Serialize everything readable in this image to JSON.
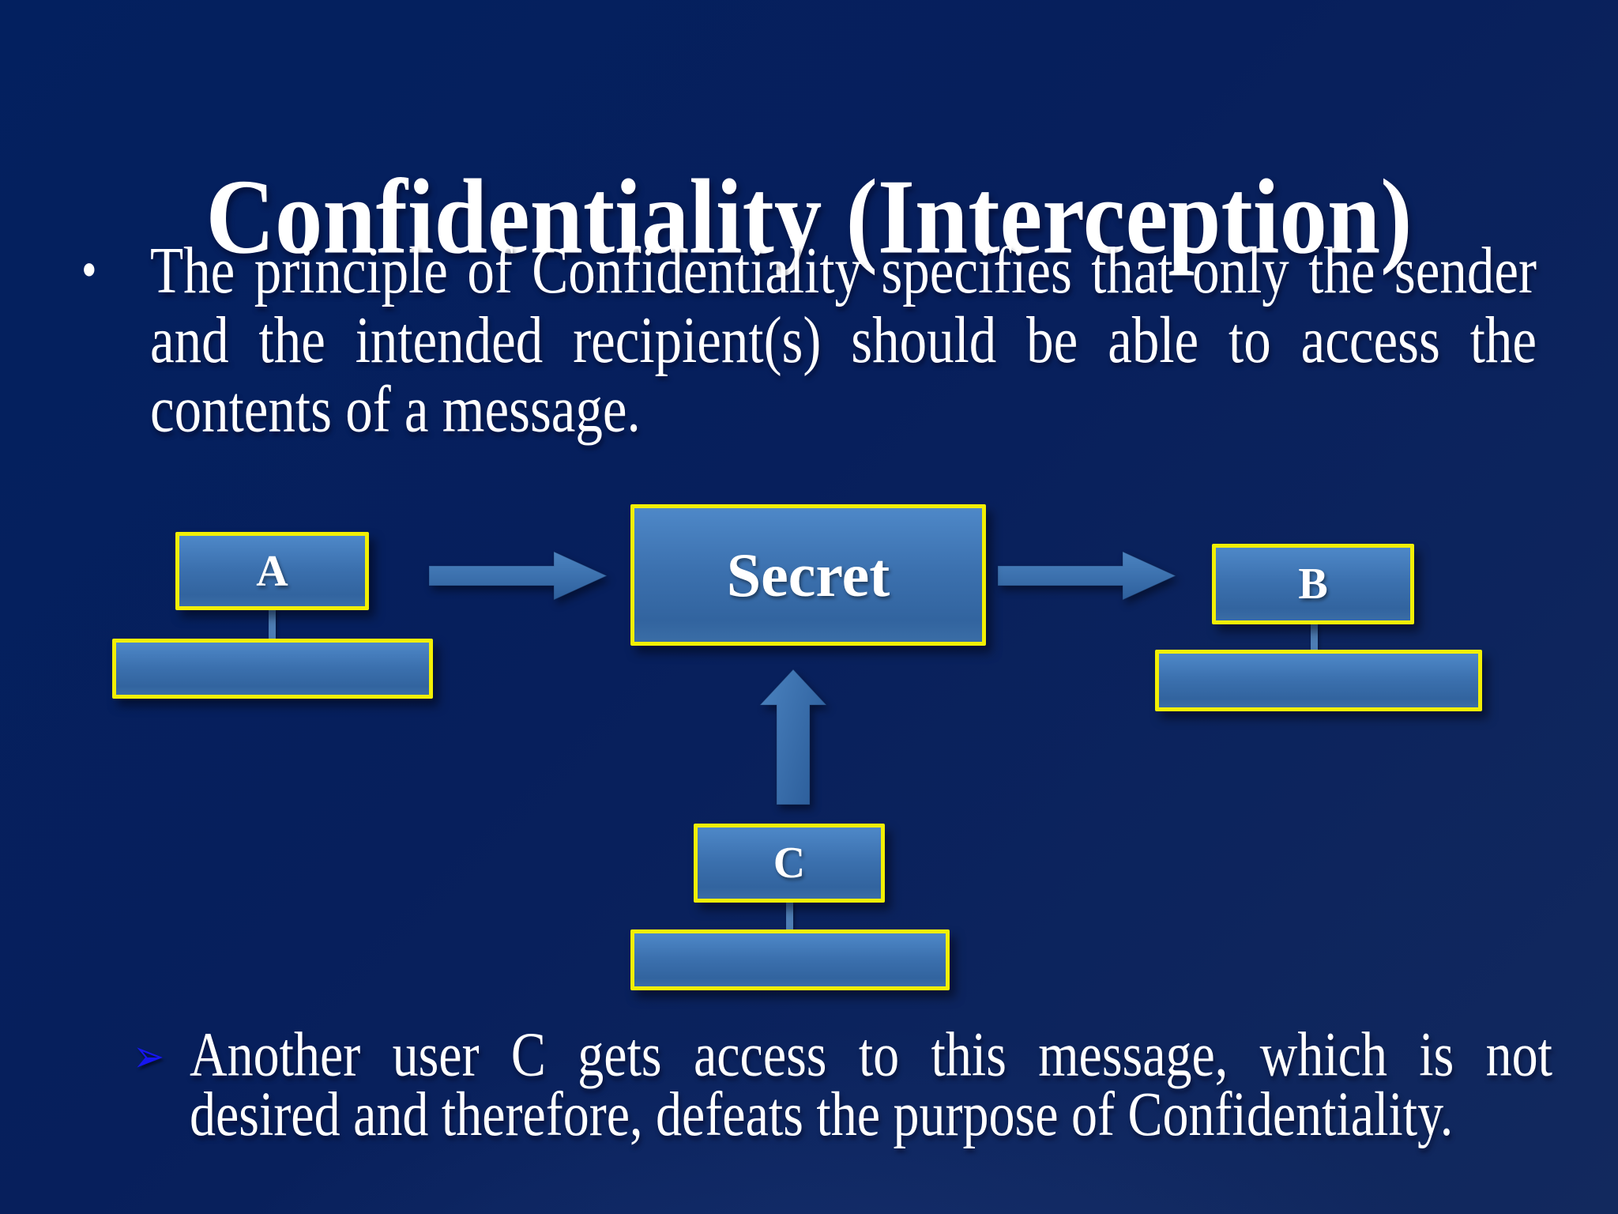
{
  "slide": {
    "title": "Confidentiality (Interception)",
    "bullet1": {
      "marker": "•",
      "text": "The principle of Confidentiality specifies  that only the sender and the intended recipient(s) should be able to access the contents of a message.",
      "lines": [
        "The principle of Confidentiality specifies  that only the sender",
        "and the intended recipient(s) should be able to access the",
        "contents of a message."
      ]
    },
    "diagram": {
      "sender_label": "A",
      "receiver_label": "B",
      "interceptor_label": "C",
      "message_label": "Secret",
      "icons": [
        "arrow-right-icon",
        "arrow-right-icon",
        "arrow-up-icon"
      ]
    },
    "bullet2": {
      "marker": "➢",
      "text": "Another user C gets access to this message, which is not desired and therefore, defeats the purpose of Confidentiality.",
      "lines": [
        "Another user C gets access to this message, which is not",
        "desired and therefore, defeats the purpose of Confidentiality."
      ]
    },
    "colors": {
      "background_top": "#03205f",
      "background_bottom": "#12295e",
      "box_fill_top": "#4e88c8",
      "box_fill_bottom": "#32649f",
      "box_border": "#f2ef04",
      "arrow_top": "#4b83c0",
      "arrow_bottom": "#2d5f9c",
      "connector": "#4d7db4",
      "text": "#ffffff",
      "bullet_arrow": "#1616f0"
    }
  }
}
